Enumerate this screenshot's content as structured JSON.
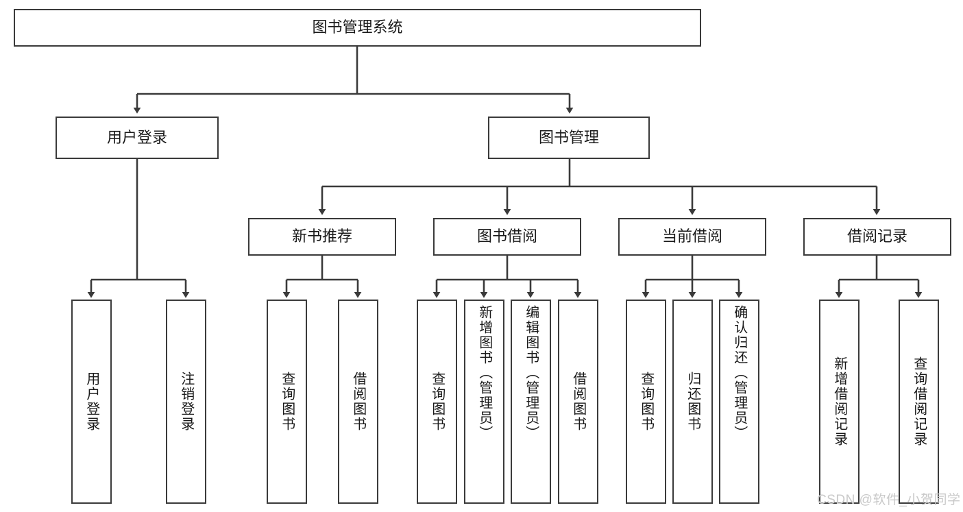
{
  "diagram": {
    "title": "图书管理系统",
    "type": "tree-hierarchy-diagram",
    "colors": {
      "box_border": "#3a3a3a",
      "box_fill": "#ffffff",
      "connector": "#3a3a3a",
      "text": "#1a1a1a",
      "watermark": "#c9c9c9",
      "background": "#ffffff"
    },
    "nodes": {
      "root": {
        "label": "图书管理系统"
      },
      "level2": [
        {
          "id": "user_login",
          "label": "用户登录"
        },
        {
          "id": "book_manage",
          "label": "图书管理"
        }
      ],
      "level3": [
        {
          "id": "new_book_rec",
          "label": "新书推荐"
        },
        {
          "id": "book_borrow",
          "label": "图书借阅"
        },
        {
          "id": "current_borrow",
          "label": "当前借阅"
        },
        {
          "id": "borrow_record",
          "label": "借阅记录"
        }
      ],
      "leaves": {
        "user_login": [
          {
            "id": "leaf_login",
            "label": "用户登录"
          },
          {
            "id": "leaf_logout",
            "label": "注销登录"
          }
        ],
        "new_book_rec": [
          {
            "id": "leaf_query_book_1",
            "label": "查询图书"
          },
          {
            "id": "leaf_borrow_book_1",
            "label": "借阅图书"
          }
        ],
        "book_borrow": [
          {
            "id": "leaf_query_book_2",
            "label": "查询图书"
          },
          {
            "id": "leaf_add_book",
            "label": "新增图书（管理员）"
          },
          {
            "id": "leaf_edit_book",
            "label": "编辑图书（管理员）"
          },
          {
            "id": "leaf_borrow_book_2",
            "label": "借阅图书"
          }
        ],
        "current_borrow": [
          {
            "id": "leaf_query_book_3",
            "label": "查询图书"
          },
          {
            "id": "leaf_return_book",
            "label": "归还图书"
          },
          {
            "id": "leaf_confirm_return",
            "label": "确认归还（管理员）"
          }
        ],
        "borrow_record": [
          {
            "id": "leaf_add_record",
            "label": "新增借阅记录"
          },
          {
            "id": "leaf_query_record",
            "label": "查询借阅记录"
          }
        ]
      }
    },
    "watermark": "CSDN @软件_小贺同学"
  }
}
